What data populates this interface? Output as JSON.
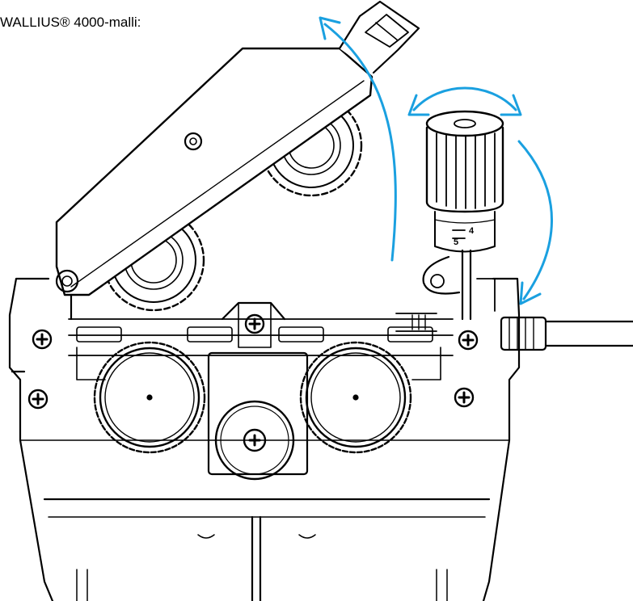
{
  "caption": "WALLIUS® 4000-malli:",
  "tension_scale": [
    "4",
    "5"
  ],
  "arrow_color": "#1aa0e0",
  "arrows": [
    {
      "name": "lift-arm-up-arrow"
    },
    {
      "name": "rotate-knob-arrow"
    },
    {
      "name": "tilt-knob-down-arrow"
    }
  ]
}
